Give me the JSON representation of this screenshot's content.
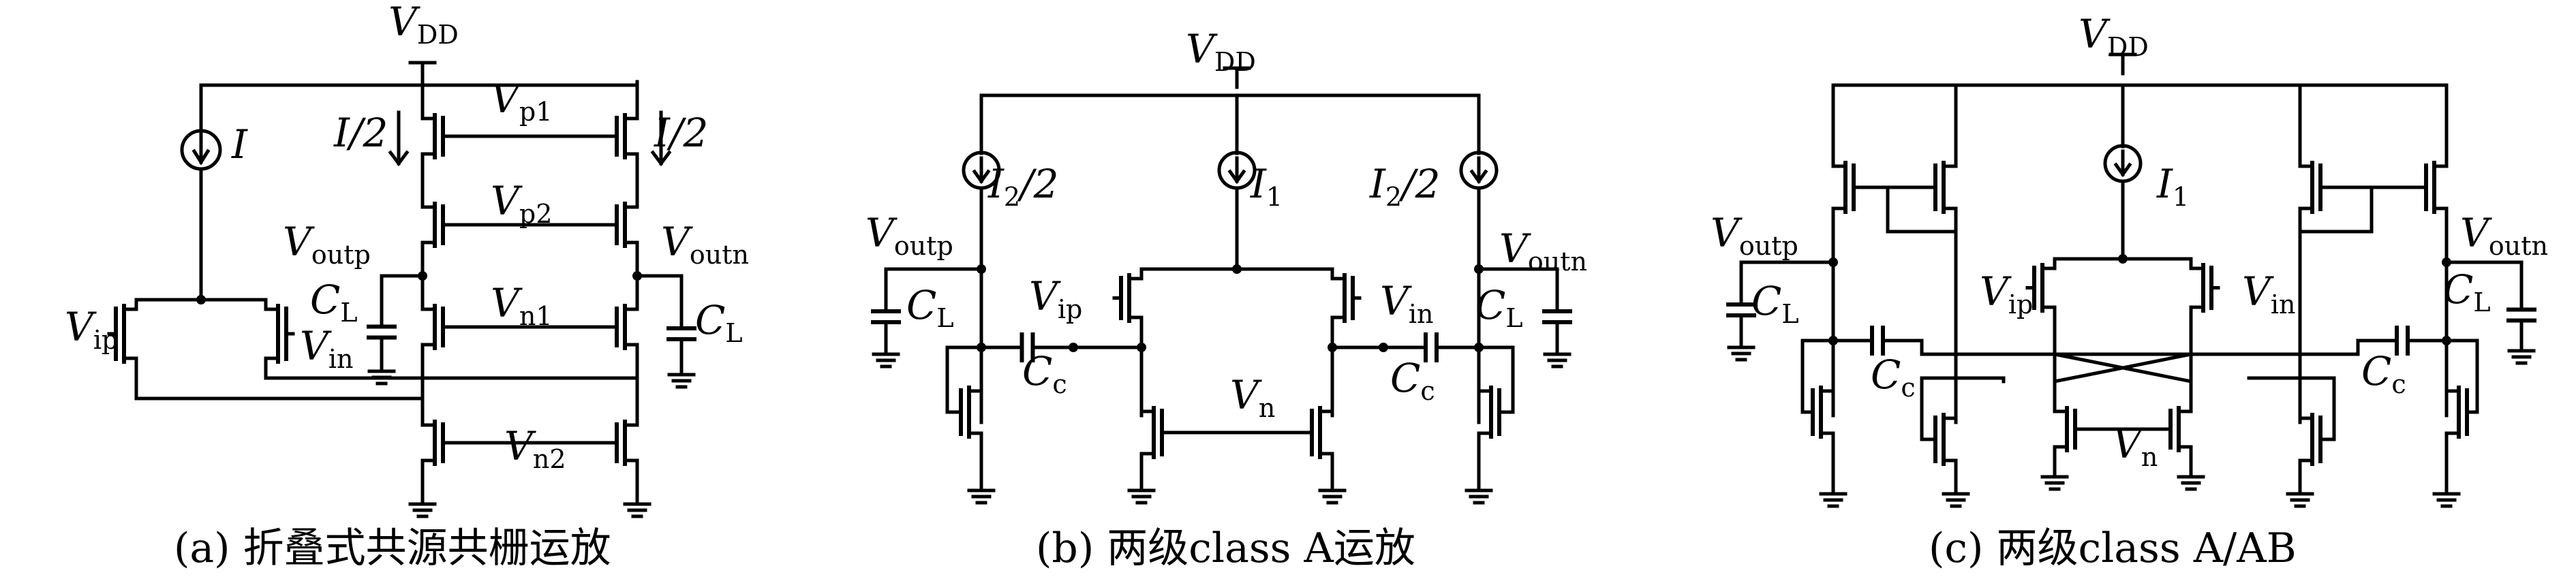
{
  "panel_a": {
    "caption": "(a) 折叠式共源共栅运放",
    "vdd": {
      "main": "V",
      "sub": "DD"
    },
    "current": "I",
    "half_left": "I/2",
    "half_right": "I/2",
    "vp1": {
      "main": "V",
      "sub": "p1"
    },
    "vp2": {
      "main": "V",
      "sub": "p2"
    },
    "vn1": {
      "main": "V",
      "sub": "n1"
    },
    "vn2": {
      "main": "V",
      "sub": "n2"
    },
    "voutp": {
      "main": "V",
      "sub": "outp"
    },
    "voutn": {
      "main": "V",
      "sub": "outn"
    },
    "cl_left": {
      "main": "C",
      "sub": "L"
    },
    "cl_right": {
      "main": "C",
      "sub": "L"
    },
    "vip": {
      "main": "V",
      "sub": "ip"
    },
    "vin": {
      "main": "V",
      "sub": "in"
    }
  },
  "panel_b": {
    "caption": "(b) 两级class A运放",
    "vdd": {
      "main": "V",
      "sub": "DD"
    },
    "i1": {
      "main": "I",
      "sub": "1"
    },
    "i2_left": {
      "main": "I",
      "sub": "2",
      "tail": "/2"
    },
    "i2_right": {
      "main": "I",
      "sub": "2",
      "tail": "/2"
    },
    "voutp": {
      "main": "V",
      "sub": "outp"
    },
    "voutn": {
      "main": "V",
      "sub": "outn"
    },
    "cl_left": {
      "main": "C",
      "sub": "L"
    },
    "cl_right": {
      "main": "C",
      "sub": "L"
    },
    "vip": {
      "main": "V",
      "sub": "ip"
    },
    "vin": {
      "main": "V",
      "sub": "in"
    },
    "cc_left": {
      "main": "C",
      "sub": "c"
    },
    "cc_right": {
      "main": "C",
      "sub": "c"
    },
    "vn": {
      "main": "V",
      "sub": "n"
    }
  },
  "panel_c": {
    "caption": "(c) 两级class A/AB",
    "vdd": {
      "main": "V",
      "sub": "DD"
    },
    "i1": {
      "main": "I",
      "sub": "1"
    },
    "voutp": {
      "main": "V",
      "sub": "outp"
    },
    "voutn": {
      "main": "V",
      "sub": "outn"
    },
    "cl_left": {
      "main": "C",
      "sub": "L"
    },
    "cl_right": {
      "main": "C",
      "sub": "L"
    },
    "vip": {
      "main": "V",
      "sub": "ip"
    },
    "vin": {
      "main": "V",
      "sub": "in"
    },
    "cc_left": {
      "main": "C",
      "sub": "c"
    },
    "cc_right": {
      "main": "C",
      "sub": "c"
    },
    "vn": {
      "main": "V",
      "sub": "n"
    }
  }
}
